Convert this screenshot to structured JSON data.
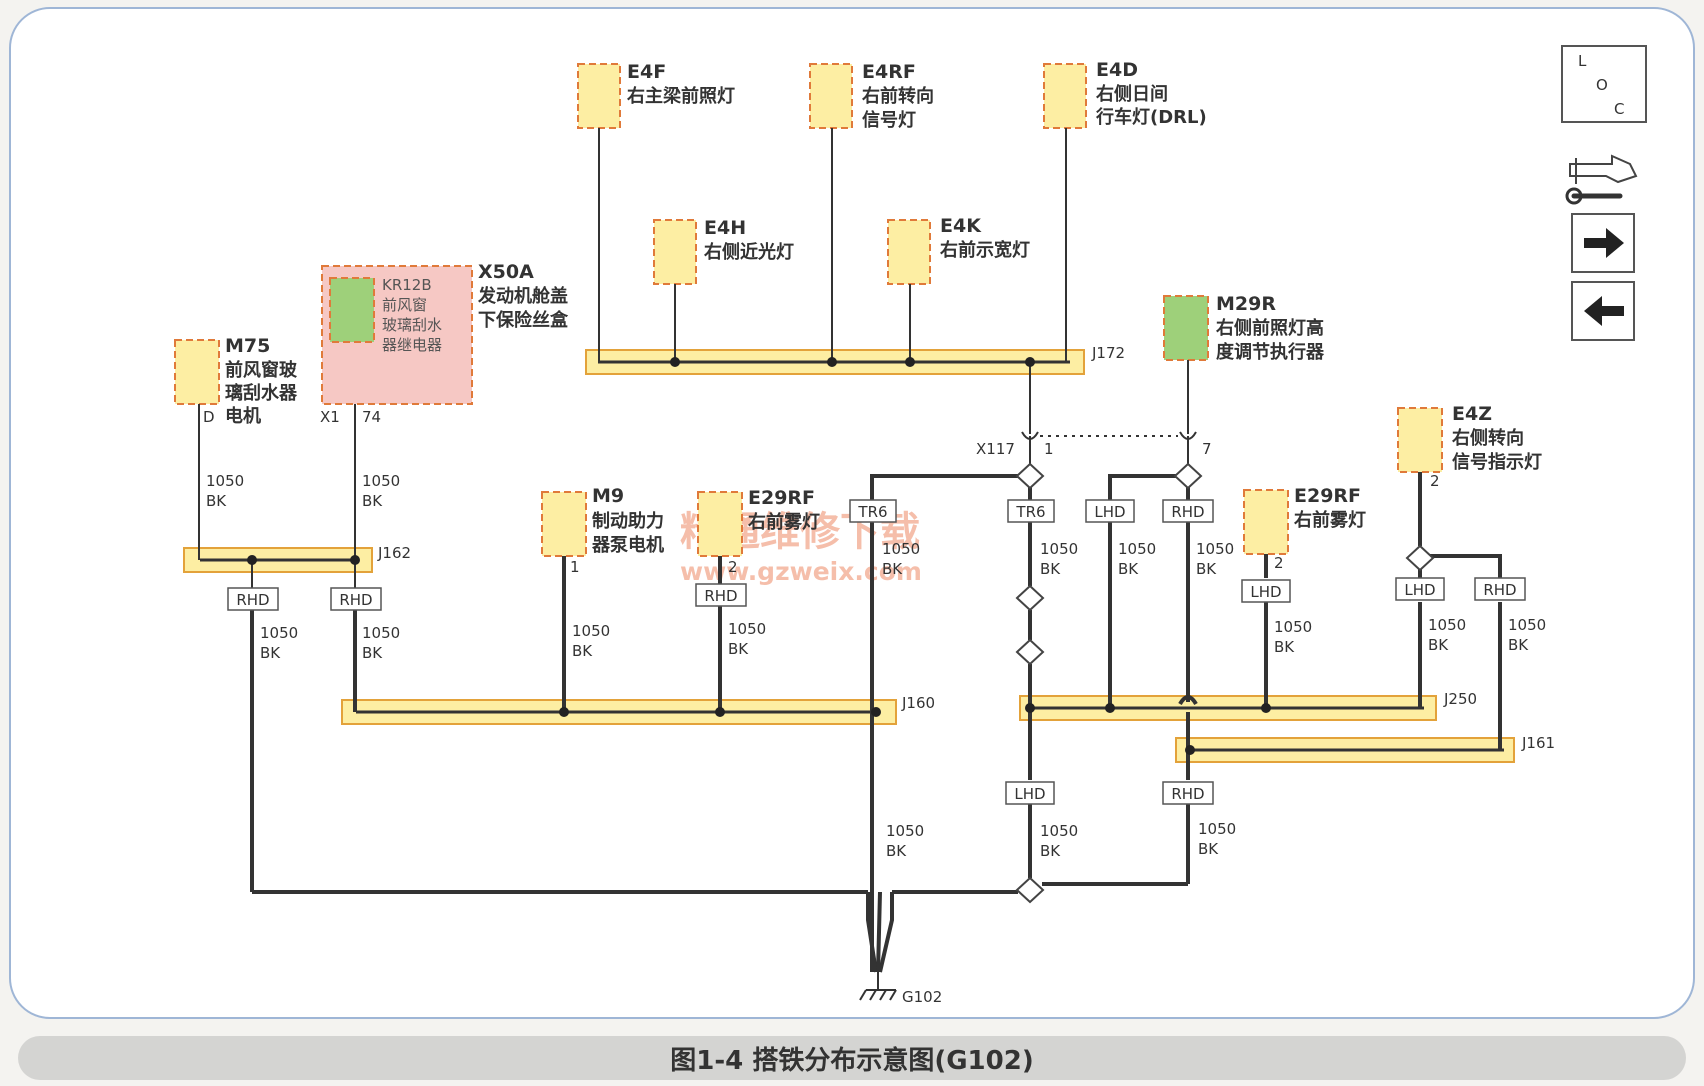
{
  "caption": "图1-4   搭铁分布示意图(G102)",
  "watermark": {
    "line1": "精通维修下载",
    "line2": "www.gzweix.com"
  },
  "loc_icon": {
    "letters": [
      "L",
      "O",
      "C"
    ]
  },
  "nav_icons": [
    "component-locator-icon",
    "wrench-icon",
    "arrow-right-icon",
    "arrow-left-icon"
  ],
  "components": {
    "E4F": {
      "id": "E4F",
      "name1": "右主梁前照灯"
    },
    "E4RF": {
      "id": "E4RF",
      "name1": "右前转向",
      "name2": "信号灯"
    },
    "E4D": {
      "id": "E4D",
      "name1": "右侧日间",
      "name2": "行车灯(DRL)"
    },
    "E4H": {
      "id": "E4H",
      "name1": "右侧近光灯"
    },
    "E4K": {
      "id": "E4K",
      "name1": "右前示宽灯"
    },
    "KR12B": {
      "id": "KR12B",
      "name1": "前风窗",
      "name2": "玻璃刮水",
      "name3": "器继电器"
    },
    "X50A": {
      "id": "X50A",
      "name1": "发动机舱盖",
      "name2": "下保险丝盒"
    },
    "M75": {
      "id": "M75",
      "name1": "前风窗玻",
      "name2": "璃刮水器",
      "name3": "电机"
    },
    "M29R": {
      "id": "M29R",
      "name1": "右侧前照灯高",
      "name2": "度调节执行器"
    },
    "E4Z": {
      "id": "E4Z",
      "name1": "右侧转向",
      "name2": "信号指示灯"
    },
    "M9": {
      "id": "M9",
      "name1": "制动助力",
      "name2": "器泵电机"
    },
    "E29RF_a": {
      "id": "E29RF",
      "name1": "右前雾灯"
    },
    "E29RF_b": {
      "id": "E29RF",
      "name1": "右前雾灯"
    }
  },
  "pins": {
    "m75": "D",
    "x50a_conn": "X1",
    "x50a_pin": "74",
    "x117_pin1": "1",
    "x117_pin7": "7",
    "m9": "1",
    "e29rf_a": "2",
    "e29rf_b": "2",
    "e4z": "2"
  },
  "splices": {
    "j172": "J172",
    "j162": "J162",
    "j160": "J160",
    "j250": "J250",
    "j161": "J161",
    "x117": "X117",
    "g102": "G102"
  },
  "tags": {
    "rhd": "RHD",
    "lhd": "LHD",
    "tr6": "TR6"
  },
  "wire": {
    "gauge": "1050",
    "color": "BK"
  }
}
